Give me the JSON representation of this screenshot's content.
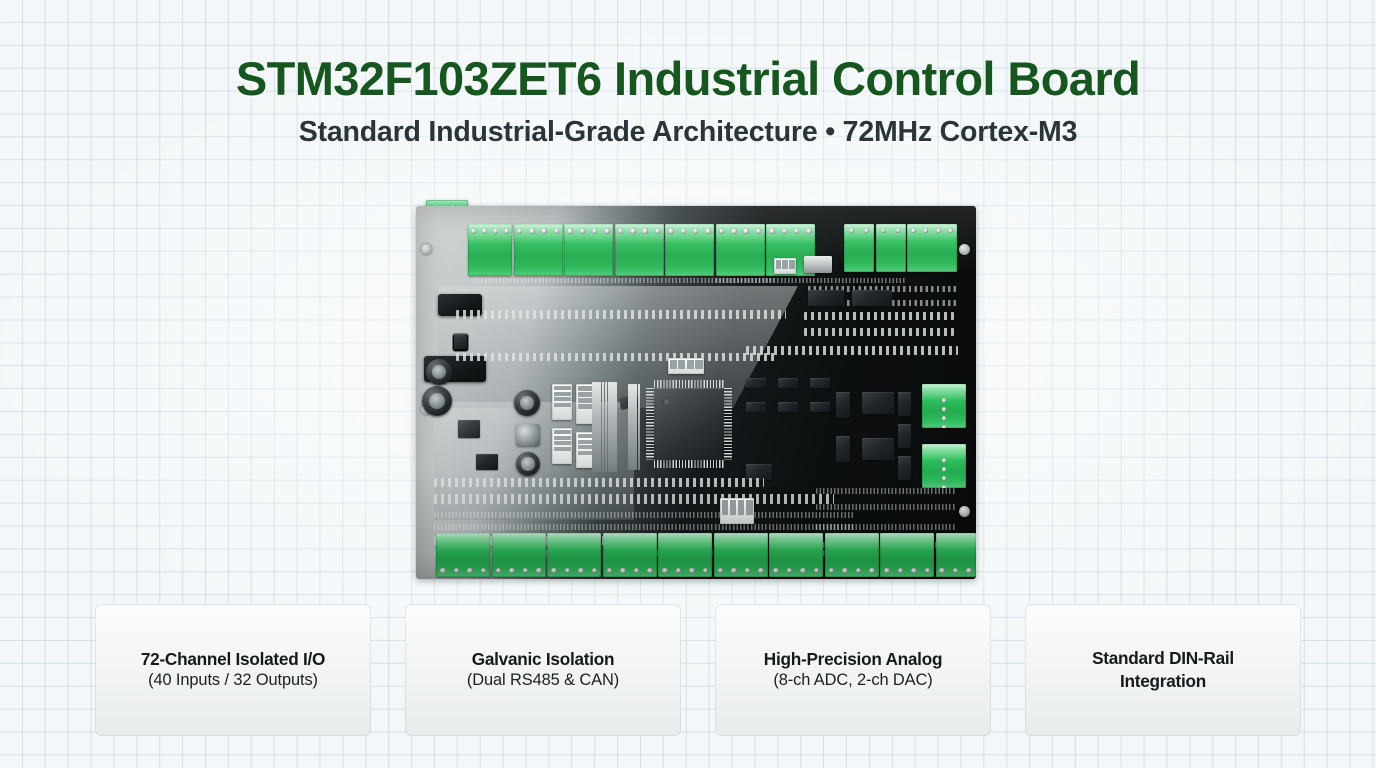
{
  "header": {
    "title": "STM32F103ZET6 Industrial Control Board",
    "subtitle": "Standard Industrial-Grade Architecture • 72MHz Cortex-M3"
  },
  "hero": {
    "image_name": "stm32f103zet6-industrial-control-board-photo",
    "alt": "Top-down photograph of an STM32F103ZET6 industrial control board with green screw terminal blocks along the top and bottom edges"
  },
  "badges": [
    {
      "id": "isolated-io",
      "line1": "72-Channel Isolated I/O",
      "line2": "(40 Inputs / 32 Outputs)",
      "line2_bold": false
    },
    {
      "id": "galvanic-isolation",
      "line1": "Galvanic Isolation",
      "line2": "(Dual RS485 & CAN)",
      "line2_bold": false
    },
    {
      "id": "high-precision-analog",
      "line1": "High-Precision Analog",
      "line2": "(8-ch ADC, 2-ch DAC)",
      "line2_bold": false
    },
    {
      "id": "din-rail",
      "line1": "Standard DIN-Rail",
      "line2": "Integration",
      "line2_bold": true
    }
  ],
  "colors": {
    "title_green": "#16561f",
    "subtitle_charcoal": "#2b3438",
    "badge_border_green": "#1d5a27",
    "badge_gold": "#c5ab6b",
    "badge_panel": "#f4f6f6",
    "background": "#f3f7f9",
    "grid_line": "#a8bac4",
    "terminal_green": "#2fbf5d",
    "pcb_black": "#111517"
  }
}
